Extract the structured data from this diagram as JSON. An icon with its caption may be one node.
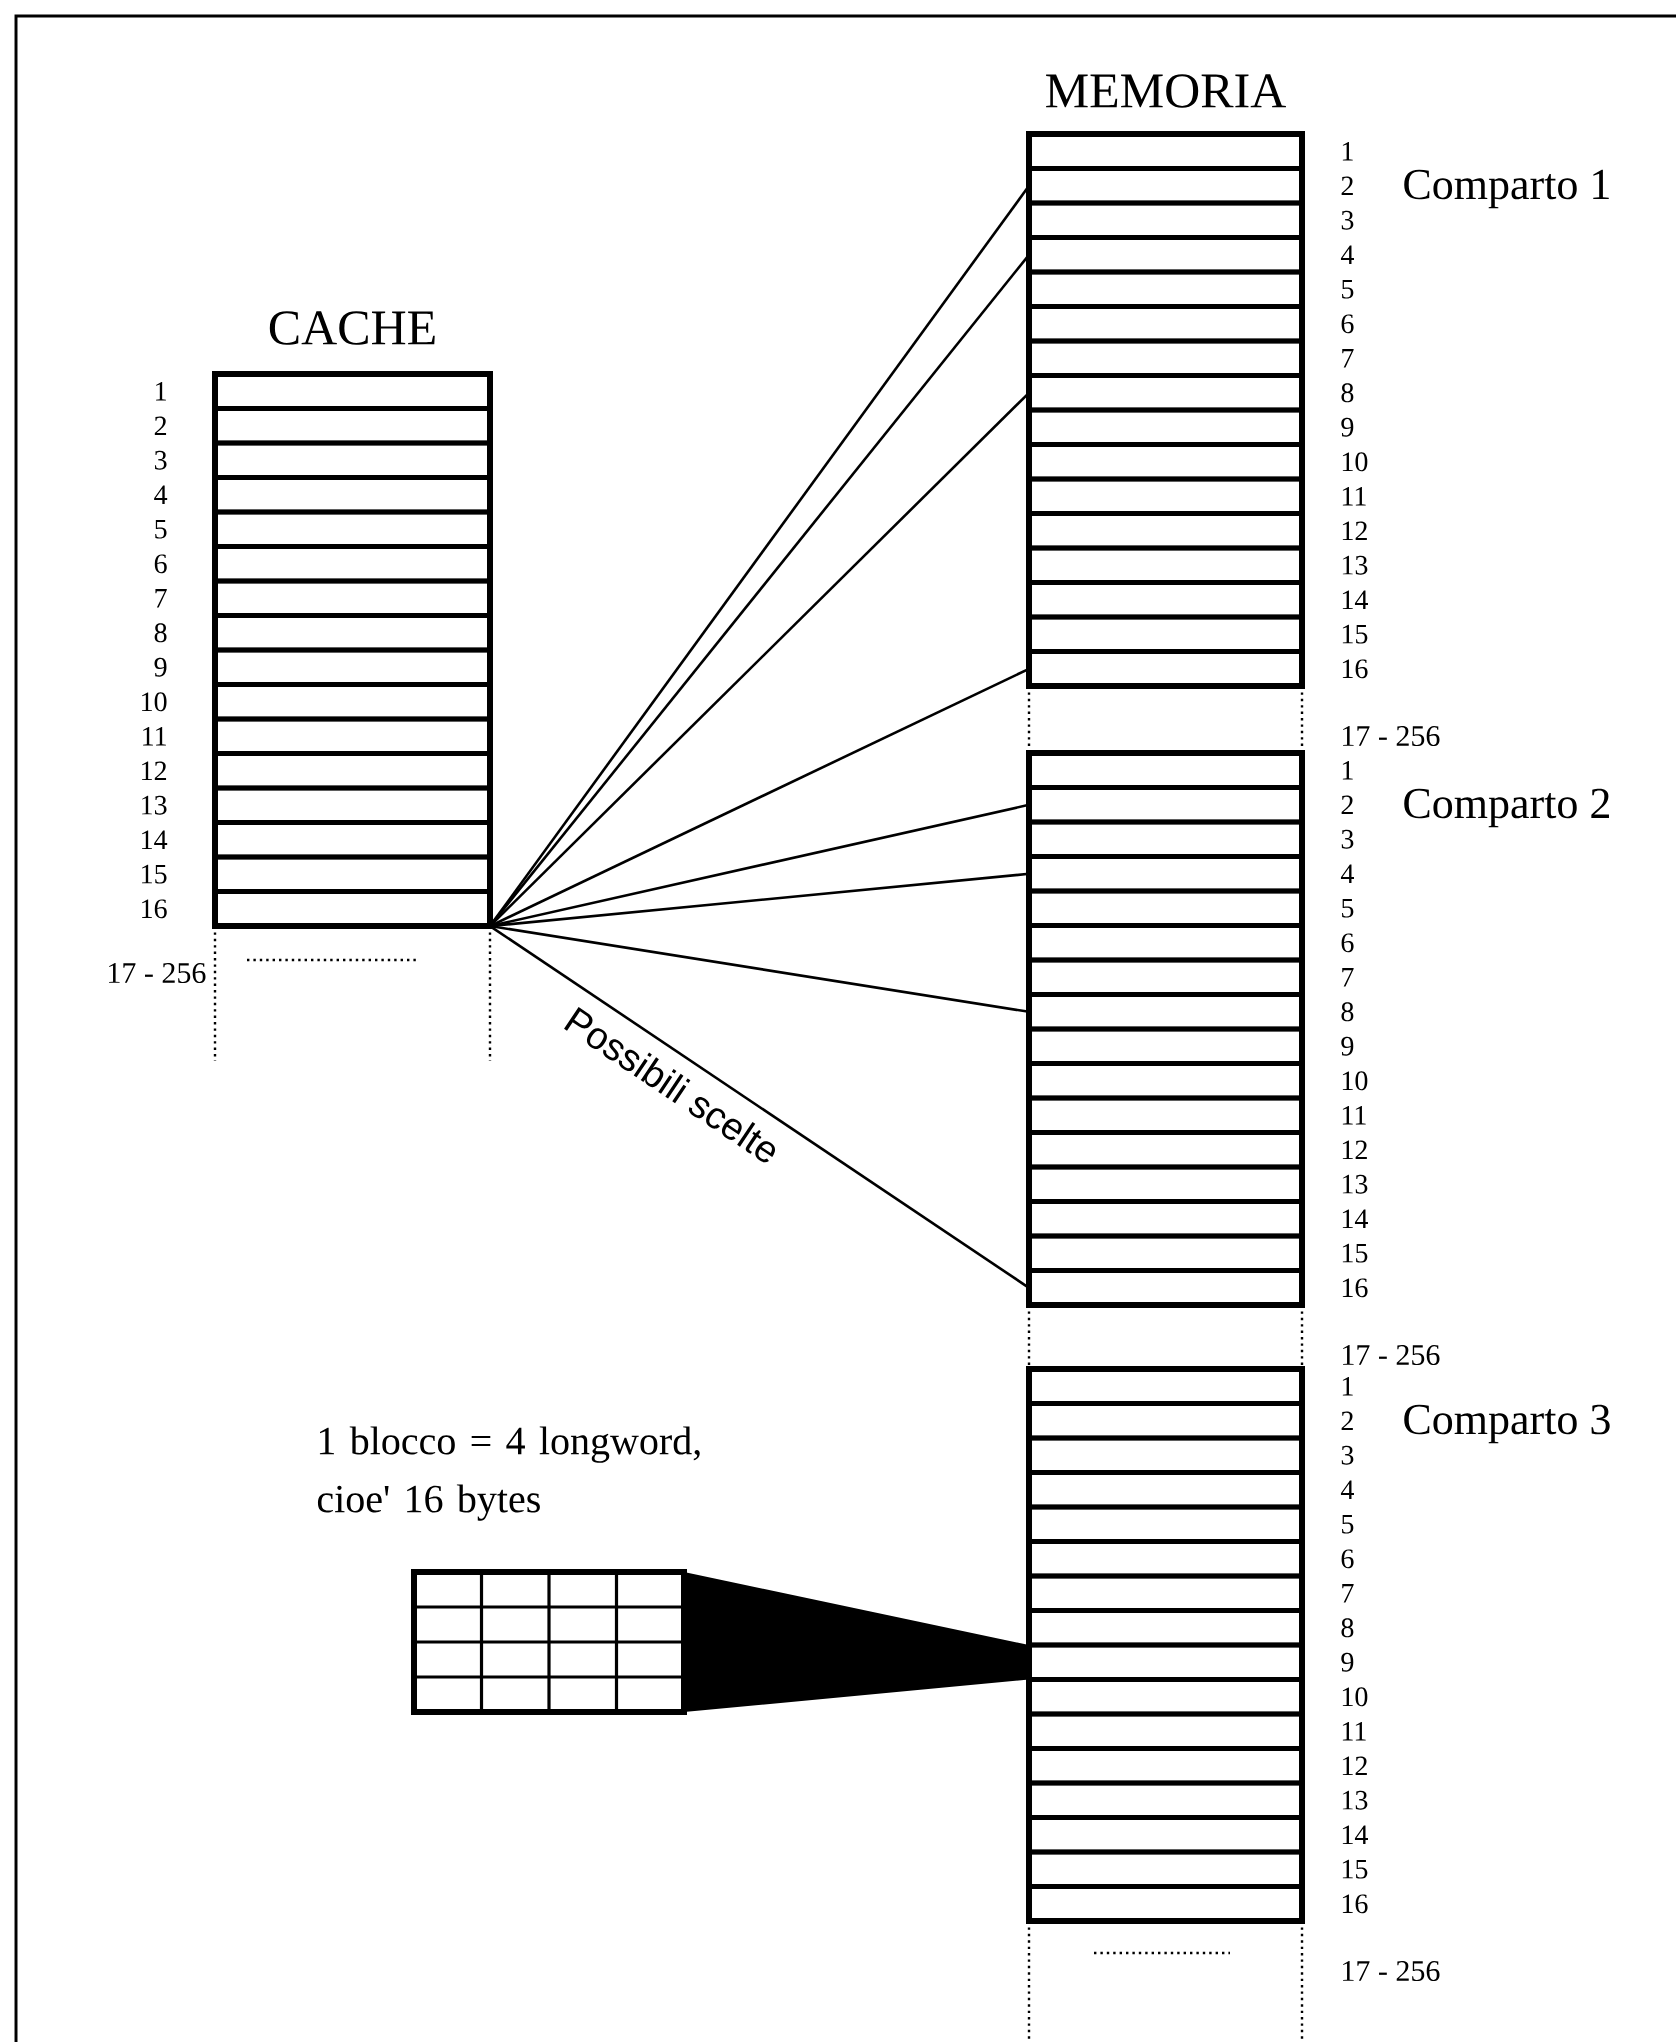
{
  "diagram": {
    "nodes": [
      {
        "text": [
          "CACHE"
        ],
        "beside": [
          "17 - 256"
        ]
      },
      {
        "text": [],
        "shape": "box",
        "in": 0,
        "beside": [
          "1"
        ]
      },
      {
        "text": [],
        "shape": "box",
        "in": 0,
        "beside": [
          "2"
        ]
      },
      {
        "text": [],
        "shape": "box",
        "in": 0,
        "beside": [
          "3"
        ]
      },
      {
        "text": [],
        "shape": "box",
        "in": 0,
        "beside": [
          "4"
        ]
      },
      {
        "text": [],
        "shape": "box",
        "in": 0,
        "beside": [
          "5"
        ]
      },
      {
        "text": [],
        "shape": "box",
        "in": 0,
        "beside": [
          "6"
        ]
      },
      {
        "text": [],
        "shape": "box",
        "in": 0,
        "beside": [
          "7"
        ]
      },
      {
        "text": [],
        "shape": "box",
        "in": 0,
        "beside": [
          "8"
        ]
      },
      {
        "text": [],
        "shape": "box",
        "in": 0,
        "beside": [
          "9"
        ]
      },
      {
        "text": [],
        "shape": "box",
        "in": 0,
        "beside": [
          "10"
        ]
      },
      {
        "text": [],
        "shape": "box",
        "in": 0,
        "beside": [
          "11"
        ]
      },
      {
        "text": [],
        "shape": "box",
        "in": 0,
        "beside": [
          "12"
        ]
      },
      {
        "text": [],
        "shape": "box",
        "in": 0,
        "beside": [
          "13"
        ]
      },
      {
        "text": [],
        "shape": "box",
        "in": 0,
        "beside": [
          "14"
        ]
      },
      {
        "text": [],
        "shape": "box",
        "in": 0,
        "beside": [
          "15"
        ]
      },
      {
        "text": [],
        "shape": "box",
        "in": 0,
        "beside": [
          "16"
        ]
      },
      {
        "text": [
          "MEMORIA"
        ]
      },
      {
        "text": [
          "Comparto 1"
        ],
        "in": 17,
        "beside": [
          "17 - 256"
        ]
      },
      {
        "text": [],
        "shape": "box",
        "in": 18,
        "beside": [
          "1"
        ]
      },
      {
        "text": [],
        "shape": "box",
        "in": 18,
        "beside": [
          "2"
        ]
      },
      {
        "text": [],
        "shape": "box",
        "in": 18,
        "beside": [
          "3"
        ]
      },
      {
        "text": [],
        "shape": "box",
        "in": 18,
        "beside": [
          "4"
        ]
      },
      {
        "text": [],
        "shape": "box",
        "in": 18,
        "beside": [
          "5"
        ]
      },
      {
        "text": [],
        "shape": "box",
        "in": 18,
        "beside": [
          "6"
        ]
      },
      {
        "text": [],
        "shape": "box",
        "in": 18,
        "beside": [
          "7"
        ]
      },
      {
        "text": [],
        "shape": "box",
        "in": 18,
        "beside": [
          "8"
        ]
      },
      {
        "text": [],
        "shape": "box",
        "in": 18,
        "beside": [
          "9"
        ]
      },
      {
        "text": [],
        "shape": "box",
        "in": 18,
        "beside": [
          "10"
        ]
      },
      {
        "text": [],
        "shape": "box",
        "in": 18,
        "beside": [
          "11"
        ]
      },
      {
        "text": [],
        "shape": "box",
        "in": 18,
        "beside": [
          "12"
        ]
      },
      {
        "text": [],
        "shape": "box",
        "in": 18,
        "beside": [
          "13"
        ]
      },
      {
        "text": [],
        "shape": "box",
        "in": 18,
        "beside": [
          "14"
        ]
      },
      {
        "text": [],
        "shape": "box",
        "in": 18,
        "beside": [
          "15"
        ]
      },
      {
        "text": [],
        "shape": "box",
        "in": 18,
        "beside": [
          "16"
        ]
      },
      {
        "text": [
          "Comparto 2"
        ],
        "in": 17,
        "beside": [
          "17 - 256"
        ]
      },
      {
        "text": [],
        "shape": "box",
        "in": 35,
        "beside": [
          "1"
        ]
      },
      {
        "text": [],
        "shape": "box",
        "in": 35,
        "beside": [
          "2"
        ]
      },
      {
        "text": [],
        "shape": "box",
        "in": 35,
        "beside": [
          "3"
        ]
      },
      {
        "text": [],
        "shape": "box",
        "in": 35,
        "beside": [
          "4"
        ]
      },
      {
        "text": [],
        "shape": "box",
        "in": 35,
        "beside": [
          "5"
        ]
      },
      {
        "text": [],
        "shape": "box",
        "in": 35,
        "beside": [
          "6"
        ]
      },
      {
        "text": [],
        "shape": "box",
        "in": 35,
        "beside": [
          "7"
        ]
      },
      {
        "text": [],
        "shape": "box",
        "in": 35,
        "beside": [
          "8"
        ]
      },
      {
        "text": [],
        "shape": "box",
        "in": 35,
        "beside": [
          "9"
        ]
      },
      {
        "text": [],
        "shape": "box",
        "in": 35,
        "beside": [
          "10"
        ]
      },
      {
        "text": [],
        "shape": "box",
        "in": 35,
        "beside": [
          "11"
        ]
      },
      {
        "text": [],
        "shape": "box",
        "in": 35,
        "beside": [
          "12"
        ]
      },
      {
        "text": [],
        "shape": "box",
        "in": 35,
        "beside": [
          "13"
        ]
      },
      {
        "text": [],
        "shape": "box",
        "in": 35,
        "beside": [
          "14"
        ]
      },
      {
        "text": [],
        "shape": "box",
        "in": 35,
        "beside": [
          "15"
        ]
      },
      {
        "text": [],
        "shape": "box",
        "in": 35,
        "beside": [
          "16"
        ]
      },
      {
        "text": [
          "Comparto 3"
        ],
        "in": 17,
        "beside": [
          "17 - 256"
        ]
      },
      {
        "text": [],
        "shape": "box",
        "in": 52,
        "beside": [
          "1"
        ]
      },
      {
        "text": [],
        "shape": "box",
        "in": 52,
        "beside": [
          "2"
        ]
      },
      {
        "text": [],
        "shape": "box",
        "in": 52,
        "beside": [
          "3"
        ]
      },
      {
        "text": [],
        "shape": "box",
        "in": 52,
        "beside": [
          "4"
        ]
      },
      {
        "text": [],
        "shape": "box",
        "in": 52,
        "beside": [
          "5"
        ]
      },
      {
        "text": [],
        "shape": "box",
        "in": 52,
        "beside": [
          "6"
        ]
      },
      {
        "text": [],
        "shape": "box",
        "in": 52,
        "beside": [
          "7"
        ]
      },
      {
        "text": [],
        "shape": "box",
        "in": 52,
        "beside": [
          "8"
        ]
      },
      {
        "text": [],
        "shape": "box",
        "in": 52,
        "beside": [
          "9"
        ]
      },
      {
        "text": [],
        "shape": "box",
        "in": 52,
        "beside": [
          "10"
        ]
      },
      {
        "text": [],
        "shape": "box",
        "in": 52,
        "beside": [
          "11"
        ]
      },
      {
        "text": [],
        "shape": "box",
        "in": 52,
        "beside": [
          "12"
        ]
      },
      {
        "text": [],
        "shape": "box",
        "in": 52,
        "beside": [
          "13"
        ]
      },
      {
        "text": [],
        "shape": "box",
        "in": 52,
        "beside": [
          "14"
        ]
      },
      {
        "text": [],
        "shape": "box",
        "in": 52,
        "beside": [
          "15"
        ]
      },
      {
        "text": [],
        "shape": "box",
        "in": 52,
        "beside": [
          "16"
        ]
      },
      {
        "text": [
          "1 blocco = 4 longword, cioe' 16 bytes"
        ]
      }
    ],
    "edges": [
      {
        "from": 16,
        "to": 20,
        "arrow": "none"
      },
      {
        "from": 16,
        "to": 22,
        "arrow": "none"
      },
      {
        "from": 16,
        "to": 26,
        "arrow": "none"
      },
      {
        "from": 16,
        "to": 34,
        "arrow": "none"
      },
      {
        "from": 16,
        "to": 37,
        "arrow": "none"
      },
      {
        "from": 16,
        "to": 39,
        "arrow": "none"
      },
      {
        "from": 16,
        "to": 43,
        "arrow": "none"
      },
      {
        "from": 16,
        "to": 51,
        "arrow": "none",
        "label": "Possibili scelte"
      },
      {
        "from": 69,
        "to": 61,
        "arrow": "none",
        "style": "thick"
      }
    ]
  }
}
